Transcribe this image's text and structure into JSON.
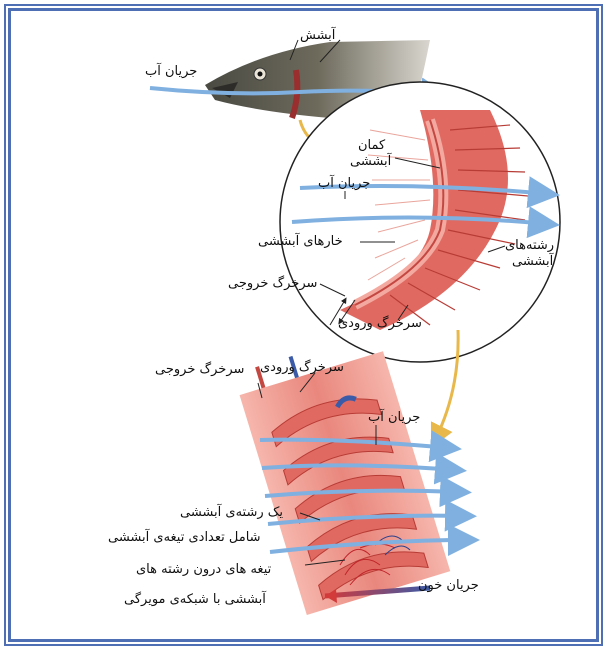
{
  "labels": {
    "gill": "آبشش",
    "water_flow_top": "جریان آب",
    "gill_arch_1": "کمان",
    "gill_arch_2": "آبششی",
    "water_flow_mid": "جریان آب",
    "gill_rakers": "خارهای آبششی",
    "gill_filaments_1": "رشته‌های",
    "gill_filaments_2": "آبششی",
    "efferent_artery_mid": "سرخرگ خروجی",
    "afferent_artery_mid": "سرخرگ ورودی",
    "afferent_artery_low": "سرخرگ ورودی",
    "efferent_artery_low": "سرخرگ خروجی",
    "water_flow_low": "جریان آب",
    "filament_desc_1": "یک رشته‌ی آبششی",
    "filament_desc_2": "شامل تعدادی تیغه‌ی آبششی",
    "lamellae_1": "تیغه های درون رشته های",
    "lamellae_2": "آبششی با شبکه‌ی مویرگی",
    "blood_flow": "جریان خون"
  },
  "colors": {
    "frame": "#4f6fb5",
    "water_arrow": "#7fb0e0",
    "tissue": "#e06a62",
    "tissue_light": "#f4a9a0",
    "connector": "#e8b84a"
  }
}
